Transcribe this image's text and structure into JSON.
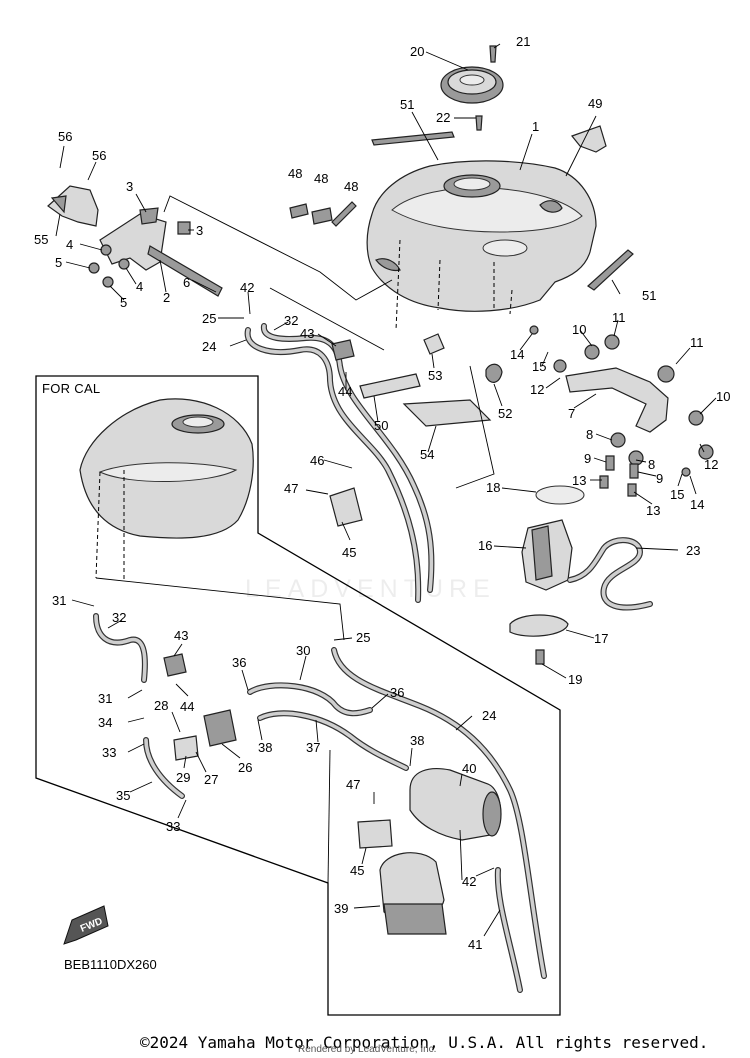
{
  "diagram": {
    "section_label": "FOR CAL",
    "diagram_code": "BEB1110DX260",
    "fwd_badge": "FWD",
    "watermark": "LEADVENTURE",
    "copyright": "©2024 Yamaha Motor Corporation, U.S.A. All rights reserved.",
    "rendered_by": "Rendered by LeadVenture, Inc.",
    "callouts": [
      {
        "id": "c1",
        "label": "1"
      },
      {
        "id": "c2",
        "label": "2"
      },
      {
        "id": "c3a",
        "label": "3"
      },
      {
        "id": "c3b",
        "label": "3"
      },
      {
        "id": "c4a",
        "label": "4"
      },
      {
        "id": "c4b",
        "label": "4"
      },
      {
        "id": "c5a",
        "label": "5"
      },
      {
        "id": "c5b",
        "label": "5"
      },
      {
        "id": "c6",
        "label": "6"
      },
      {
        "id": "c7",
        "label": "7"
      },
      {
        "id": "c8a",
        "label": "8"
      },
      {
        "id": "c8b",
        "label": "8"
      },
      {
        "id": "c9a",
        "label": "9"
      },
      {
        "id": "c9b",
        "label": "9"
      },
      {
        "id": "c10a",
        "label": "10"
      },
      {
        "id": "c10b",
        "label": "10"
      },
      {
        "id": "c11a",
        "label": "11"
      },
      {
        "id": "c11b",
        "label": "11"
      },
      {
        "id": "c12a",
        "label": "12"
      },
      {
        "id": "c12b",
        "label": "12"
      },
      {
        "id": "c13a",
        "label": "13"
      },
      {
        "id": "c13b",
        "label": "13"
      },
      {
        "id": "c14a",
        "label": "14"
      },
      {
        "id": "c14b",
        "label": "14"
      },
      {
        "id": "c15a",
        "label": "15"
      },
      {
        "id": "c15b",
        "label": "15"
      },
      {
        "id": "c16",
        "label": "16"
      },
      {
        "id": "c17",
        "label": "17"
      },
      {
        "id": "c18",
        "label": "18"
      },
      {
        "id": "c19",
        "label": "19"
      },
      {
        "id": "c20",
        "label": "20"
      },
      {
        "id": "c21",
        "label": "21"
      },
      {
        "id": "c22",
        "label": "22"
      },
      {
        "id": "c23",
        "label": "23"
      },
      {
        "id": "c24a",
        "label": "24"
      },
      {
        "id": "c24b",
        "label": "24"
      },
      {
        "id": "c25a",
        "label": "25"
      },
      {
        "id": "c25b",
        "label": "25"
      },
      {
        "id": "c26",
        "label": "26"
      },
      {
        "id": "c27",
        "label": "27"
      },
      {
        "id": "c28",
        "label": "28"
      },
      {
        "id": "c29",
        "label": "29"
      },
      {
        "id": "c30",
        "label": "30"
      },
      {
        "id": "c31a",
        "label": "31"
      },
      {
        "id": "c31b",
        "label": "31"
      },
      {
        "id": "c32a",
        "label": "32"
      },
      {
        "id": "c32b",
        "label": "32"
      },
      {
        "id": "c33a",
        "label": "33"
      },
      {
        "id": "c33b",
        "label": "33"
      },
      {
        "id": "c34",
        "label": "34"
      },
      {
        "id": "c35",
        "label": "35"
      },
      {
        "id": "c36a",
        "label": "36"
      },
      {
        "id": "c36b",
        "label": "36"
      },
      {
        "id": "c37",
        "label": "37"
      },
      {
        "id": "c38a",
        "label": "38"
      },
      {
        "id": "c38b",
        "label": "38"
      },
      {
        "id": "c39",
        "label": "39"
      },
      {
        "id": "c40",
        "label": "40"
      },
      {
        "id": "c41",
        "label": "41"
      },
      {
        "id": "c42a",
        "label": "42"
      },
      {
        "id": "c42b",
        "label": "42"
      },
      {
        "id": "c43a",
        "label": "43"
      },
      {
        "id": "c43b",
        "label": "43"
      },
      {
        "id": "c44a",
        "label": "44"
      },
      {
        "id": "c44b",
        "label": "44"
      },
      {
        "id": "c45a",
        "label": "45"
      },
      {
        "id": "c45b",
        "label": "45"
      },
      {
        "id": "c46",
        "label": "46"
      },
      {
        "id": "c47a",
        "label": "47"
      },
      {
        "id": "c47b",
        "label": "47"
      },
      {
        "id": "c48a",
        "label": "48"
      },
      {
        "id": "c48b",
        "label": "48"
      },
      {
        "id": "c48c",
        "label": "48"
      },
      {
        "id": "c49",
        "label": "49"
      },
      {
        "id": "c50",
        "label": "50"
      },
      {
        "id": "c51a",
        "label": "51"
      },
      {
        "id": "c51b",
        "label": "51"
      },
      {
        "id": "c52",
        "label": "52"
      },
      {
        "id": "c53",
        "label": "53"
      },
      {
        "id": "c54",
        "label": "54"
      },
      {
        "id": "c55",
        "label": "55"
      },
      {
        "id": "c56a",
        "label": "56"
      },
      {
        "id": "c56b",
        "label": "56"
      }
    ]
  }
}
